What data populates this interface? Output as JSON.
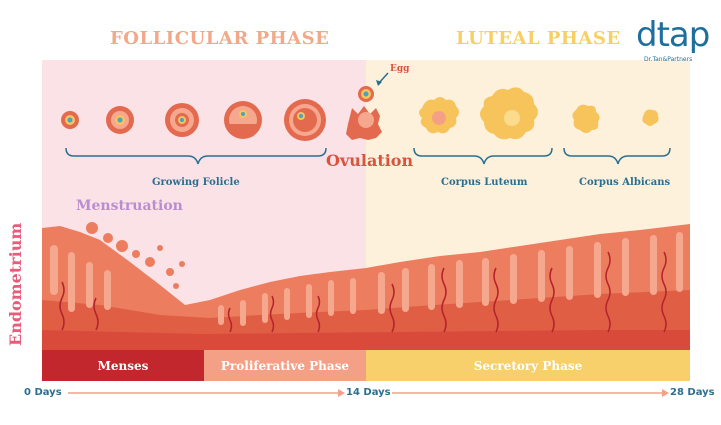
{
  "phases": {
    "follicular": "FOLLICULAR PHASE",
    "luteal": "LUTEAL PHASE"
  },
  "logo": {
    "text": "dtap",
    "subtext": "Dr.Tan&Partners"
  },
  "labels": {
    "growing_follicle": "Growing Folicle",
    "ovulation": "Ovulation",
    "egg": "Egg",
    "corpus_luteum": "Corpus Luteum",
    "corpus_albicans": "Corpus Albicans",
    "menstruation": "Menstruation",
    "endometrium": "Endometrium"
  },
  "bands": {
    "menses": "Menses",
    "proliferative": "Proliferative Phase",
    "secretory": "Secretory Phase"
  },
  "days": {
    "start": "0 Days",
    "mid": "14 Days",
    "end": "28 Days"
  },
  "colors": {
    "follicular_bg": "#fbe2e6",
    "luteal_bg": "#fdf1dc",
    "follicle_red": "#e46a4f",
    "corpus_yellow": "#f7c45c",
    "label_blue": "#2b6f90",
    "menses_red": "#c1272d",
    "proliferative_salmon": "#f4a086",
    "secretory_yellow": "#f7d06c",
    "endometrium_pink": "#e75c7a",
    "menstruation_purple": "#b98ed0",
    "arrow_salmon": "#f4a086"
  }
}
